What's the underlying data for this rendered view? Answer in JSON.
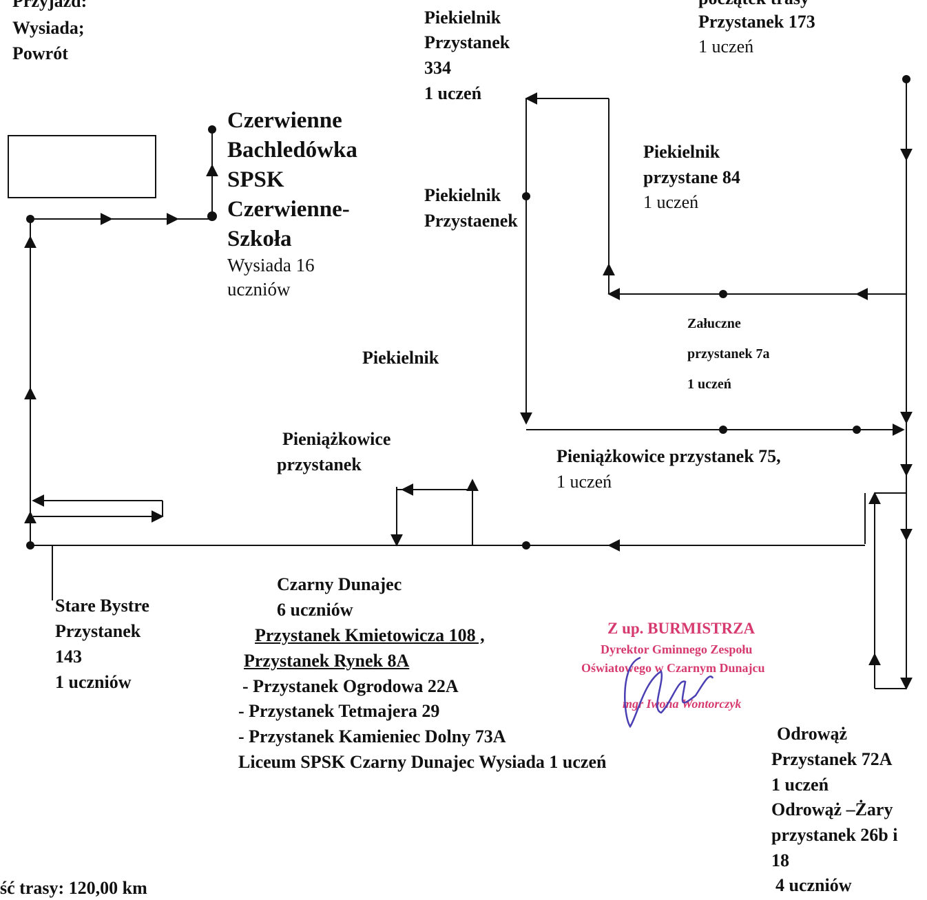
{
  "header_block": {
    "line1": "Przyjazd:",
    "line2": "Wysiada;",
    "line3": "Powrót"
  },
  "stops": {
    "piekielnik_334": {
      "l1": "Piekielnik",
      "l2": "Przystanek",
      "l3": "334",
      "l4": "1 uczeń"
    },
    "start_173": {
      "l0": "początek trasy",
      "l1": "Przystanek 173",
      "l2": "1 uczeń"
    },
    "czerwienne": {
      "l1": "Czerwienne",
      "l2": "Bachledówka",
      "l3": "SPSK",
      "l4": "Czerwienne-",
      "l5": "Szkoła",
      "l6": "Wysiada 16",
      "l7": "uczniów"
    },
    "piekielnik_84": {
      "l1": "Piekielnik",
      "l2": "przystane 84",
      "l3": "1 uczeń"
    },
    "piekielnik_przystaenek": {
      "l1": "Piekielnik",
      "l2": "Przystaenek"
    },
    "zaluczne": {
      "l1": "Załuczne",
      "l2": "przystanek 7a",
      "l3": "1 uczeń"
    },
    "piekielnik_mid": {
      "label": "Piekielnik"
    },
    "pieniazkowice_a": {
      "l1": "Pieniążkowice",
      "l2": "przystanek"
    },
    "pieniazkowice_75": {
      "l1": "Pieniążkowice przystanek 75,",
      "l2": "1 uczeń"
    },
    "stare_bystre": {
      "l1": "Stare Bystre",
      "l2": "Przystanek",
      "l3": "143",
      "l4": "1 uczniów"
    },
    "czarny_dunajec": {
      "l1": "Czarny Dunajec",
      "l2": "6 uczniów",
      "l3": "Przystanek Kmietowicza 108 ,",
      "l4": "Przystanek Rynek 8A",
      "l5": "- Przystanek Ogrodowa 22A",
      "l6": "- Przystanek Tetmajera 29",
      "l7": "- Przystanek Kamieniec Dolny 73A",
      "l8": "Liceum SPSK Czarny Dunajec Wysiada 1 uczeń"
    },
    "odrowaz": {
      "l1": "Odrowąż",
      "l2": "Przystanek 72A",
      "l3": "1 uczeń",
      "l4": "Odrowąż –Żary",
      "l5": "przystanek 26b i",
      "l6": "18",
      "l7": "4 uczniów"
    }
  },
  "stamp": {
    "l1": "Z up. BURMISTRZA",
    "l2": "Dyrektor Gminnego Zespołu",
    "l3": "Oświatowego w Czarnym Dunajcu",
    "l4": "mgr Iwona Wontorczyk"
  },
  "footer": {
    "route_length": "ść trasy: 120,00  km"
  },
  "colors": {
    "line": "#111111",
    "stamp": "#d63a6e",
    "signature": "#4a3fb3"
  }
}
